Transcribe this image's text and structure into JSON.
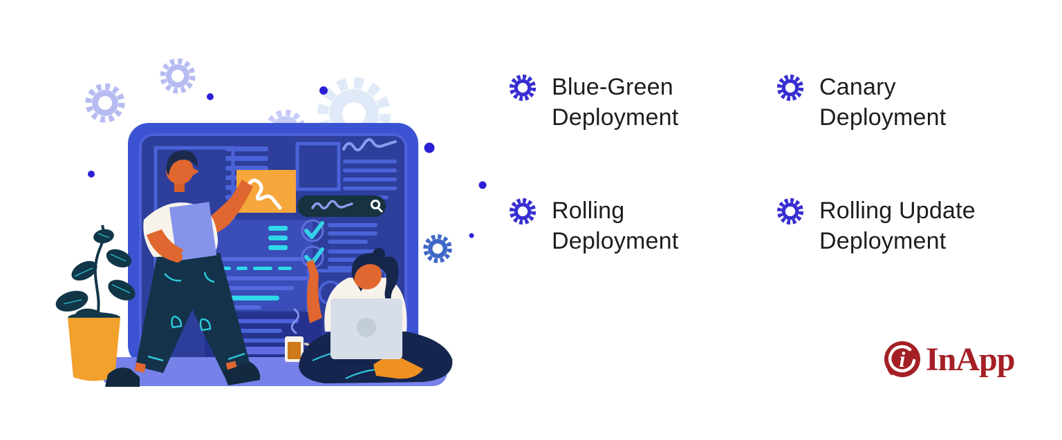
{
  "deployment_items": [
    {
      "line1": "Blue-Green",
      "line2": "Deployment",
      "icon": "gear-icon"
    },
    {
      "line1": "Canary",
      "line2": "Deployment",
      "icon": "gear-icon"
    },
    {
      "line1": "Rolling",
      "line2": "Deployment",
      "icon": "gear-icon"
    },
    {
      "line1": "Rolling Update",
      "line2": "Deployment",
      "icon": "gear-icon"
    }
  ],
  "logo": {
    "text": "InApp",
    "mark": "i-swirl-circle-icon",
    "color": "#a42025"
  },
  "illustration": {
    "scene": "two developers at a large dashboard screen: man standing with clipboard pointing at orange sticky note, woman sitting cross-legged with laptop, potted plant, coffee mug, decorative gears and dots",
    "elements": [
      "gear-icon",
      "dot",
      "monitor-dashboard",
      "search-bar",
      "checkmarks",
      "sticky-note",
      "standing-man",
      "sitting-woman",
      "laptop",
      "plant-pot",
      "coffee-mug"
    ]
  },
  "colors": {
    "bullet_gear_blue": "#372ed2",
    "item_text": "#1d1d1d",
    "logo_red": "#a42025",
    "monitor_frame_blue": "#3b53d3",
    "screen_navy": "#2d3e9b",
    "accent_cyan": "#2fd9ea",
    "sticky_orange": "#f5a73b",
    "decor_lavender": "#b6bcf2",
    "decor_light_blue": "#dfe9f8",
    "decor_medium_blue": "#3e68c6",
    "dot_blue": "#2a1fd6",
    "base_periwinkle": "#7681e9"
  }
}
